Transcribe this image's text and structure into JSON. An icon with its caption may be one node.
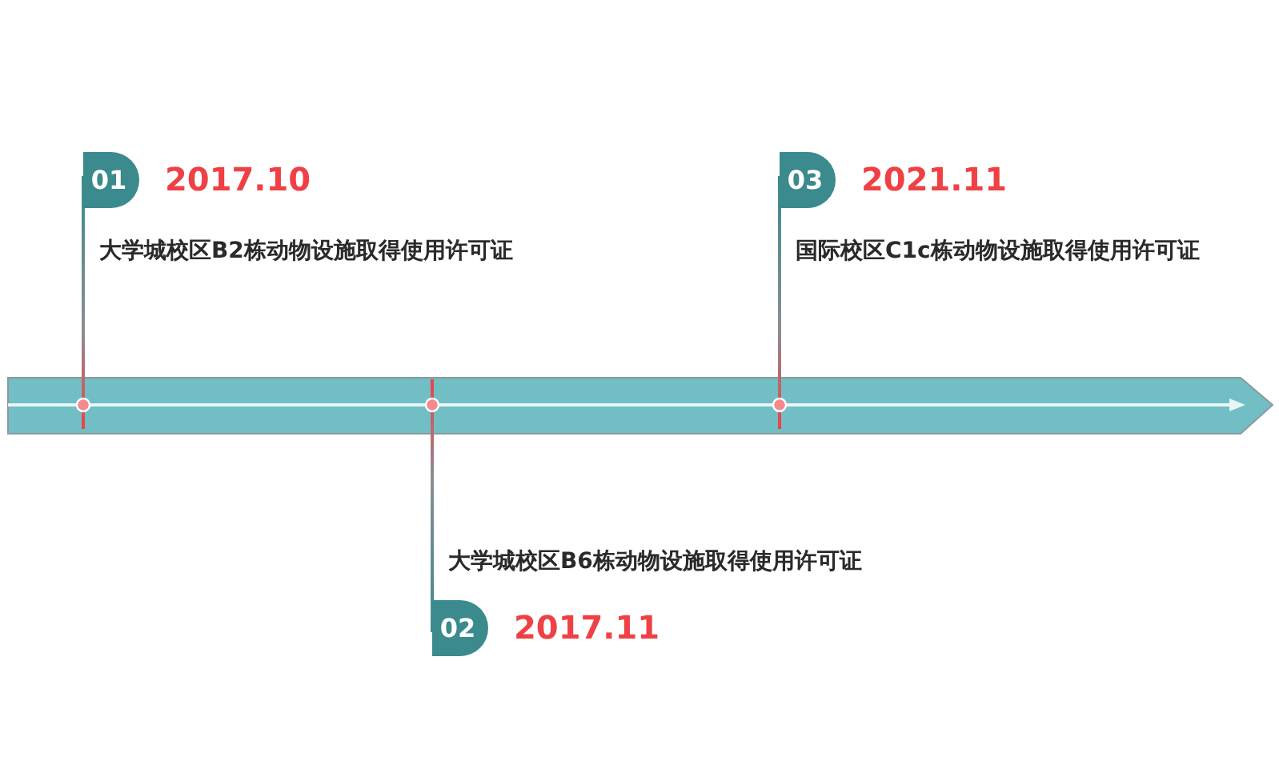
{
  "diagram": {
    "nodes": [
      {
        "text": [
          "01"
        ],
        "beside": [
          "2017.10",
          "大学城校区B2栋动物设施取得使用许可证"
        ]
      },
      {
        "text": [
          "02"
        ],
        "beside": [
          "2017.11",
          "大学城校区B6栋动物设施取得使用许可证"
        ]
      },
      {
        "text": [
          "03"
        ],
        "beside": [
          "2021.11",
          "国际校区C1c栋动物设施取得使用许可证"
        ]
      }
    ]
  }
}
